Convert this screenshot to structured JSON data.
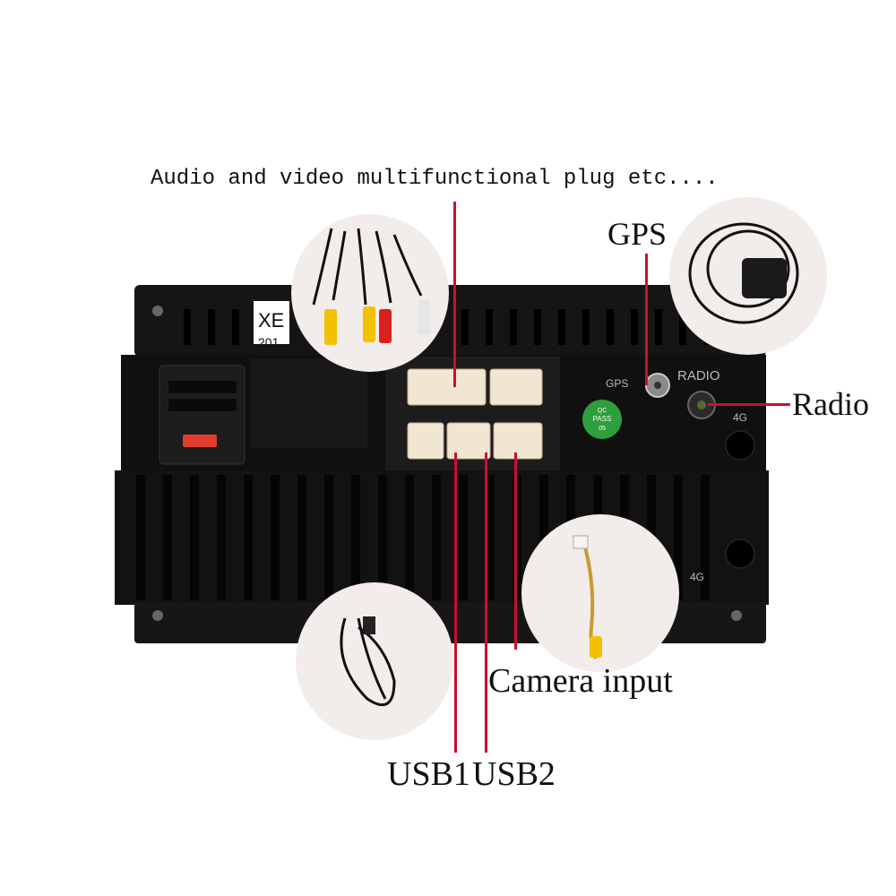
{
  "labels": {
    "audio_video": "Audio and  video multifunctional plug etc....",
    "gps": "GPS",
    "radio": "Radio",
    "camera_input": "Camera input",
    "usb1": "USB1",
    "usb2": "USB2"
  },
  "unit_markings": {
    "gps_port": "GPS",
    "radio_port": "RADIO",
    "port_4g_top": "4G",
    "port_4g_bottom": "4G",
    "qc_pass_line1": "QC",
    "qc_pass_line2": "PASS",
    "qc_pass_line3": "05",
    "sticker_line1": "XE",
    "sticker_line2": "201"
  },
  "colors": {
    "unit_body": "#141414",
    "connector": "#f1e6d2",
    "pointer_line": "#c8102e",
    "qc_sticker": "#2e9e3e",
    "fuse": "#e23b2e"
  }
}
